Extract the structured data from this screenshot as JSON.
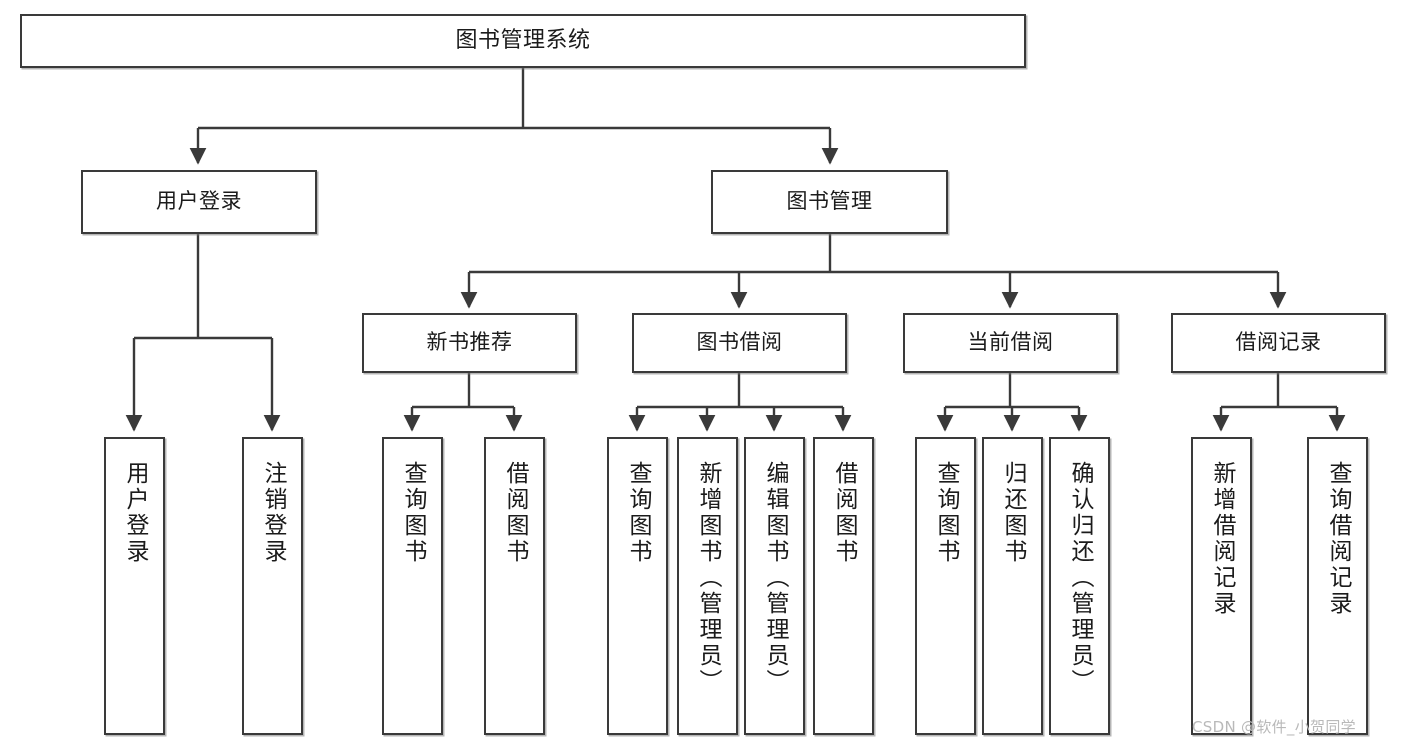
{
  "diagram": {
    "type": "tree-hierarchy",
    "title": "图书管理系统",
    "root": {
      "id": "root",
      "label": "图书管理系统"
    },
    "level2": [
      {
        "id": "user-login",
        "label": "用户登录"
      },
      {
        "id": "book-manage",
        "label": "图书管理"
      }
    ],
    "level3": [
      {
        "id": "new-book-recommend",
        "label": "新书推荐",
        "parent": "book-manage"
      },
      {
        "id": "book-borrow",
        "label": "图书借阅",
        "parent": "book-manage"
      },
      {
        "id": "current-borrow",
        "label": "当前借阅",
        "parent": "book-manage"
      },
      {
        "id": "borrow-record",
        "label": "借阅记录",
        "parent": "book-manage"
      }
    ],
    "leaves": {
      "user_login": [
        {
          "id": "leaf-user-login",
          "label": "用户登录"
        },
        {
          "id": "leaf-user-logout",
          "label": "注销登录"
        }
      ],
      "new_book_recommend": [
        {
          "id": "leaf-query-book-1",
          "label": "查询图书"
        },
        {
          "id": "leaf-borrow-book-1",
          "label": "借阅图书"
        }
      ],
      "book_borrow": [
        {
          "id": "leaf-query-book-2",
          "label": "查询图书"
        },
        {
          "id": "leaf-add-book",
          "label": "新增图书（管理员）"
        },
        {
          "id": "leaf-edit-book",
          "label": "编辑图书（管理员）"
        },
        {
          "id": "leaf-borrow-book-2",
          "label": "借阅图书"
        }
      ],
      "current_borrow": [
        {
          "id": "leaf-query-book-3",
          "label": "查询图书"
        },
        {
          "id": "leaf-return-book",
          "label": "归还图书"
        },
        {
          "id": "leaf-confirm-return",
          "label": "确认归还（管理员）"
        }
      ],
      "borrow_record": [
        {
          "id": "leaf-add-record",
          "label": "新增借阅记录"
        },
        {
          "id": "leaf-query-record",
          "label": "查询借阅记录"
        }
      ]
    }
  },
  "watermark": {
    "text": "CSDN @软件_小贺同学"
  },
  "colors": {
    "border": "#3a3a3a",
    "text": "#1b1b1b",
    "background": "#ffffff",
    "watermark": "#b9b9b9"
  }
}
